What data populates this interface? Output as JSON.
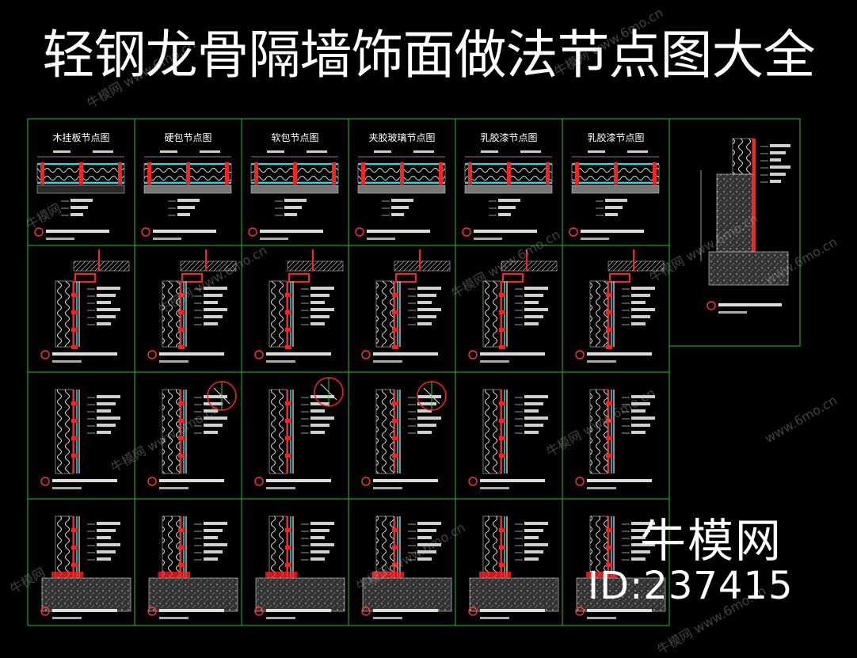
{
  "title": "轻钢龙骨隔墙饰面做法节点图大全",
  "brand": "牛模网",
  "drawing_id": "ID:237415",
  "watermarks": [
    "牛模网 www.6mo.cn",
    "牛模网",
    "www.6mo.cn"
  ],
  "columns": [
    {
      "title": "木挂板节点图"
    },
    {
      "title": "硬包节点图"
    },
    {
      "title": "软包节点图"
    },
    {
      "title": "夹胶玻璃节点图"
    },
    {
      "title": "乳胶漆节点图"
    },
    {
      "title": "乳胶漆节点图"
    }
  ],
  "colors": {
    "frame_green": "#22c02a",
    "wall_red": "#ff2020",
    "insulation_white": "#e6e6e6",
    "finish_cyan": "#30d8e8",
    "text": "#ffffff"
  }
}
